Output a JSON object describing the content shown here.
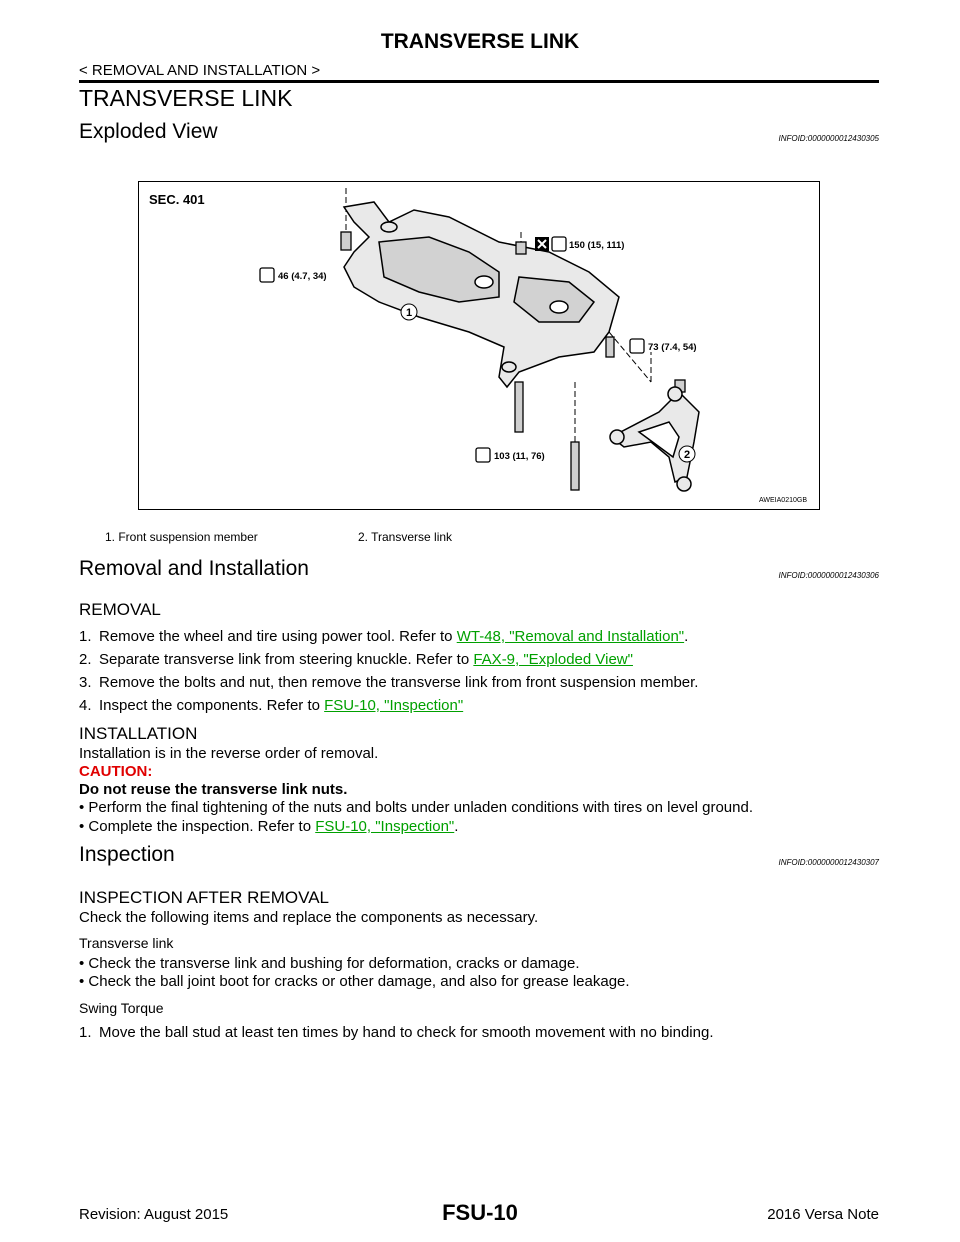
{
  "header": {
    "title": "TRANSVERSE LINK",
    "breadcrumb": "< REMOVAL AND INSTALLATION >"
  },
  "section_title": "TRANSVERSE LINK",
  "exploded": {
    "heading": "Exploded View",
    "infoid": "INFOID:0000000012430305",
    "figure": {
      "sec": "SEC. 401",
      "torque_1": "46 (4.7, 34)",
      "torque_2": "150 (15, 111)",
      "torque_3": "73 (7.4, 54)",
      "torque_4": "103 (11, 76)",
      "callout_1": "1",
      "callout_2": "2",
      "code": "AWEIA0210GB"
    },
    "caption_1": "1.   Front suspension member",
    "caption_2": "2.   Transverse link"
  },
  "removal": {
    "heading": "Removal and Installation",
    "infoid": "INFOID:0000000012430306",
    "sub": "REMOVAL",
    "steps": [
      {
        "n": "1.",
        "text": "Remove the wheel and tire using power tool. Refer to ",
        "link": "WT-48, \"Removal and Installation\"",
        "after": "."
      },
      {
        "n": "2.",
        "text": "Separate transverse link from steering knuckle. Refer to ",
        "link": "FAX-9, \"Exploded View\"",
        "after": ""
      },
      {
        "n": "3.",
        "text": "Remove the bolts and nut, then remove the transverse link from front suspension member.",
        "link": "",
        "after": ""
      },
      {
        "n": "4.",
        "text": "Inspect the components. Refer to ",
        "link": "FSU-10, \"Inspection\"",
        "after": ""
      }
    ]
  },
  "installation": {
    "sub": "INSTALLATION",
    "line1": "Installation is in the reverse order of removal.",
    "caution": "CAUTION:",
    "caution_text": "Do not reuse the transverse link nuts.",
    "bullet1": "•  Perform the final tightening of the nuts and bolts under unladen conditions with tires on level ground.",
    "bullet2_pre": "•  Complete the inspection. Refer to ",
    "bullet2_link": "FSU-10, \"Inspection\"",
    "bullet2_after": "."
  },
  "inspection": {
    "heading": "Inspection",
    "infoid": "INFOID:0000000012430307",
    "sub": "INSPECTION AFTER REMOVAL",
    "line1": "Check the following items and replace the components as necessary.",
    "tl_title": "Transverse link",
    "tl_b1": "•  Check the transverse link and bushing for deformation, cracks or damage.",
    "tl_b2": "•  Check the ball joint boot for cracks or other damage, and also for grease leakage.",
    "st_title": "Swing Torque",
    "st_n": "1.",
    "st_1": "Move the ball stud at least ten times by hand to check for smooth movement with no binding."
  },
  "footer": {
    "revision": "Revision: August 2015",
    "page": "FSU-10",
    "model": "2016 Versa Note"
  }
}
